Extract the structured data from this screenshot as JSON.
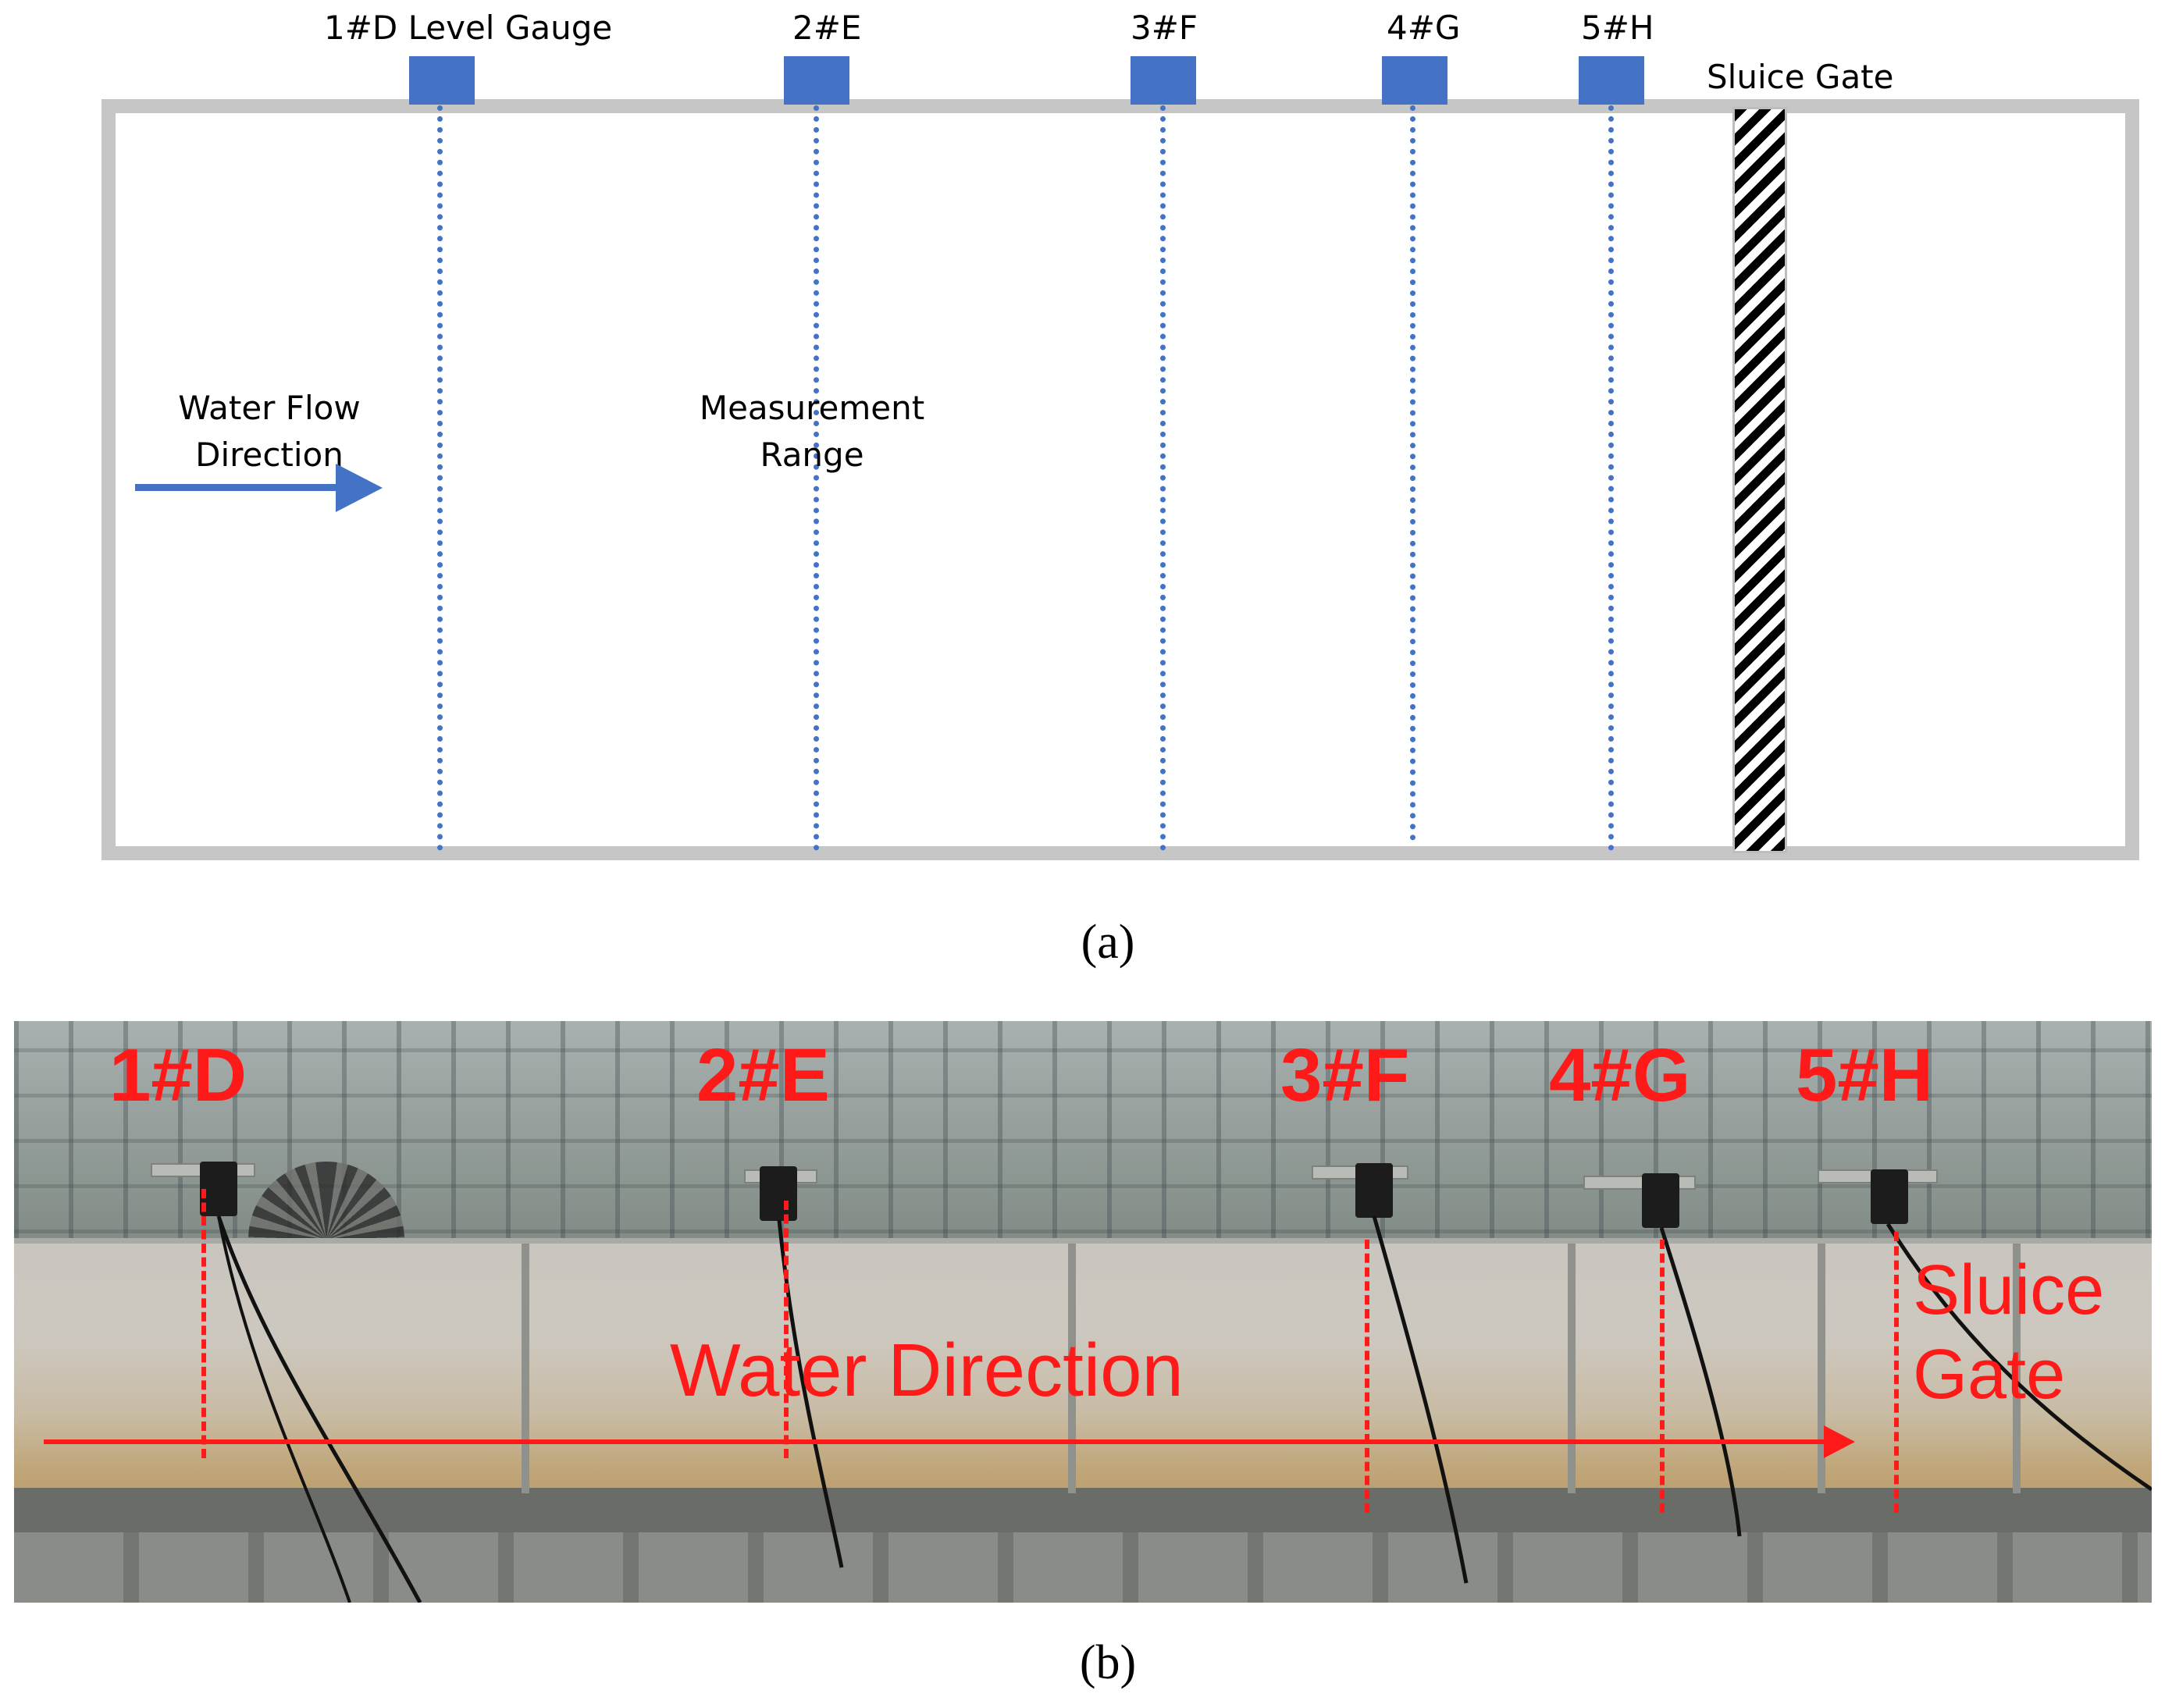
{
  "panel_a": {
    "gauges": [
      {
        "label": "1#D Level Gauge"
      },
      {
        "label": "2#E"
      },
      {
        "label": "3#F"
      },
      {
        "label": "4#G"
      },
      {
        "label": "5#H"
      }
    ],
    "sluice_gate_label": "Sluice Gate",
    "flow_label_line1": "Water Flow",
    "flow_label_line2": "Direction",
    "range_label_line1": "Measurement",
    "range_label_line2": "Range",
    "caption": "(a)",
    "colors": {
      "gauge": "#4472c4",
      "frame": "#c6c6c6"
    }
  },
  "panel_b": {
    "labels": [
      "1#D",
      "2#E",
      "3#F",
      "4#G",
      "5#H"
    ],
    "direction_label": "Water Direction",
    "gate_line1": "Sluice",
    "gate_line2": "Gate",
    "caption": "(b)",
    "colors": {
      "annotation": "#ff1a1a"
    }
  }
}
